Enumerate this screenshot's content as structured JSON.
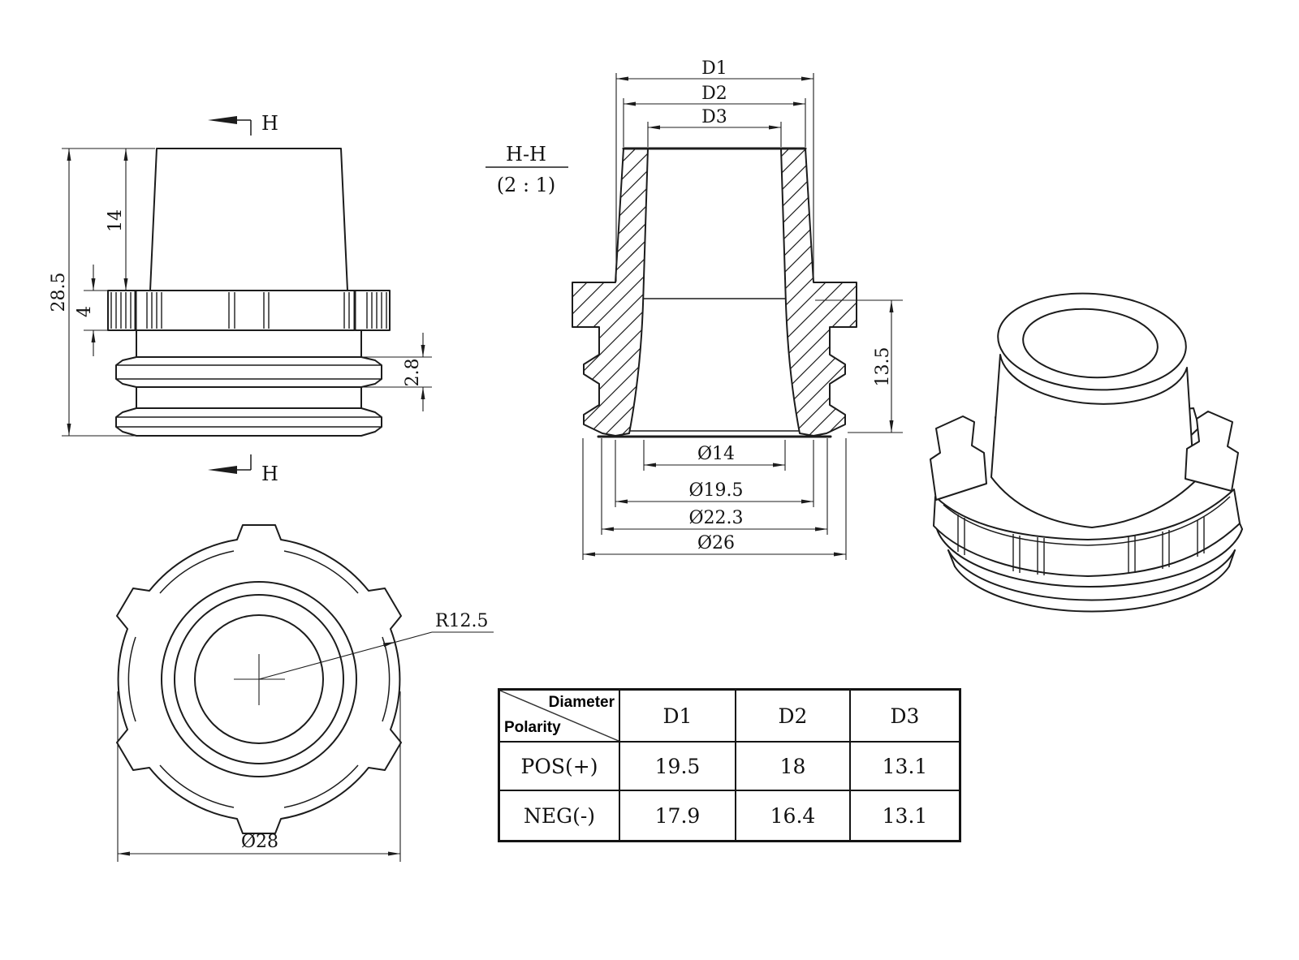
{
  "drawing": {
    "colors": {
      "line": "#1c1c1c",
      "background": "#ffffff"
    },
    "side_view": {
      "section_label_top": "H",
      "section_label_bottom": "H",
      "dim_total_height": "28.5",
      "dim_cone_height": "14",
      "dim_knurl_height": "4",
      "dim_flange_height": "2.8"
    },
    "section_view": {
      "title": "H-H",
      "scale": "(2 : 1)",
      "dim_d1": "D1",
      "dim_d2": "D2",
      "dim_d3": "D3",
      "dim_bore": "Ø14",
      "dim_skirt": "Ø19.5",
      "dim_groove": "Ø22.3",
      "dim_ribs": "Ø26",
      "dim_lower_height": "13.5"
    },
    "top_view": {
      "dim_radius": "R12.5",
      "dim_outer_diameter": "Ø28"
    }
  },
  "table": {
    "corner": {
      "diameter": "Diameter",
      "polarity": "Polarity"
    },
    "columns": [
      "D1",
      "D2",
      "D3"
    ],
    "rows": [
      {
        "label": "POS(+)",
        "values": [
          "19.5",
          "18",
          "13.1"
        ]
      },
      {
        "label": "NEG(-)",
        "values": [
          "17.9",
          "16.4",
          "13.1"
        ]
      }
    ]
  }
}
